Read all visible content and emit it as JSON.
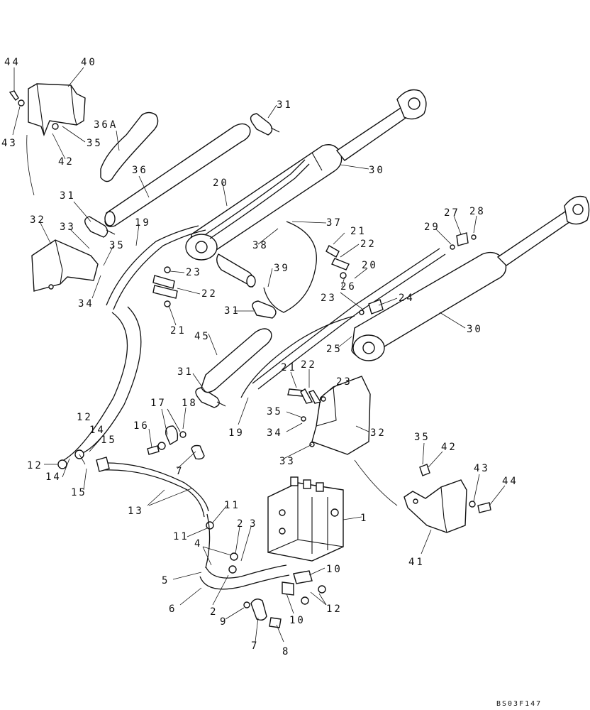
{
  "drawing_ref": "BS03F147",
  "callouts": {
    "c44a": "44",
    "c40": "40",
    "c43a": "43",
    "c42a": "42",
    "c35a": "35",
    "c36A": "36A",
    "c31a": "31",
    "c36": "36",
    "c30a": "30",
    "c20a": "20",
    "c31b": "31",
    "c32a": "32",
    "c33a": "33",
    "c19a": "19",
    "c35b": "35",
    "c34a": "34",
    "c38": "38",
    "c37": "37",
    "c21a": "21",
    "c22a": "22",
    "c23a": "23",
    "c22b": "22",
    "c21b": "21",
    "c39": "39",
    "c20b": "20",
    "c23b": "23",
    "c26": "26",
    "c24": "24",
    "c31c": "31",
    "c45": "45",
    "c30b": "30",
    "c25": "25",
    "c27": "27",
    "c28": "28",
    "c29": "29",
    "c21c": "21",
    "c22c": "22",
    "c23c": "23",
    "c31d": "31",
    "c17": "17",
    "c18": "18",
    "c35c": "35",
    "c34b": "34",
    "c19b": "19",
    "c32b": "32",
    "c33b": "33",
    "c35d": "35",
    "c42b": "42",
    "c43b": "43",
    "c44b": "44",
    "c41": "41",
    "c12a": "12",
    "c14a": "14",
    "c16": "16",
    "c15a": "15",
    "c12b": "12",
    "c14b": "14",
    "c15b": "15",
    "c7a": "7",
    "c13": "13",
    "c11a": "11",
    "c2a": "2",
    "c3": "3",
    "c1": "1",
    "c11b": "11",
    "c4": "4",
    "c10a": "10",
    "c5": "5",
    "c6": "6",
    "c2b": "2",
    "c9": "9",
    "c10b": "10",
    "c12c": "12",
    "c7b": "7",
    "c8": "8"
  }
}
